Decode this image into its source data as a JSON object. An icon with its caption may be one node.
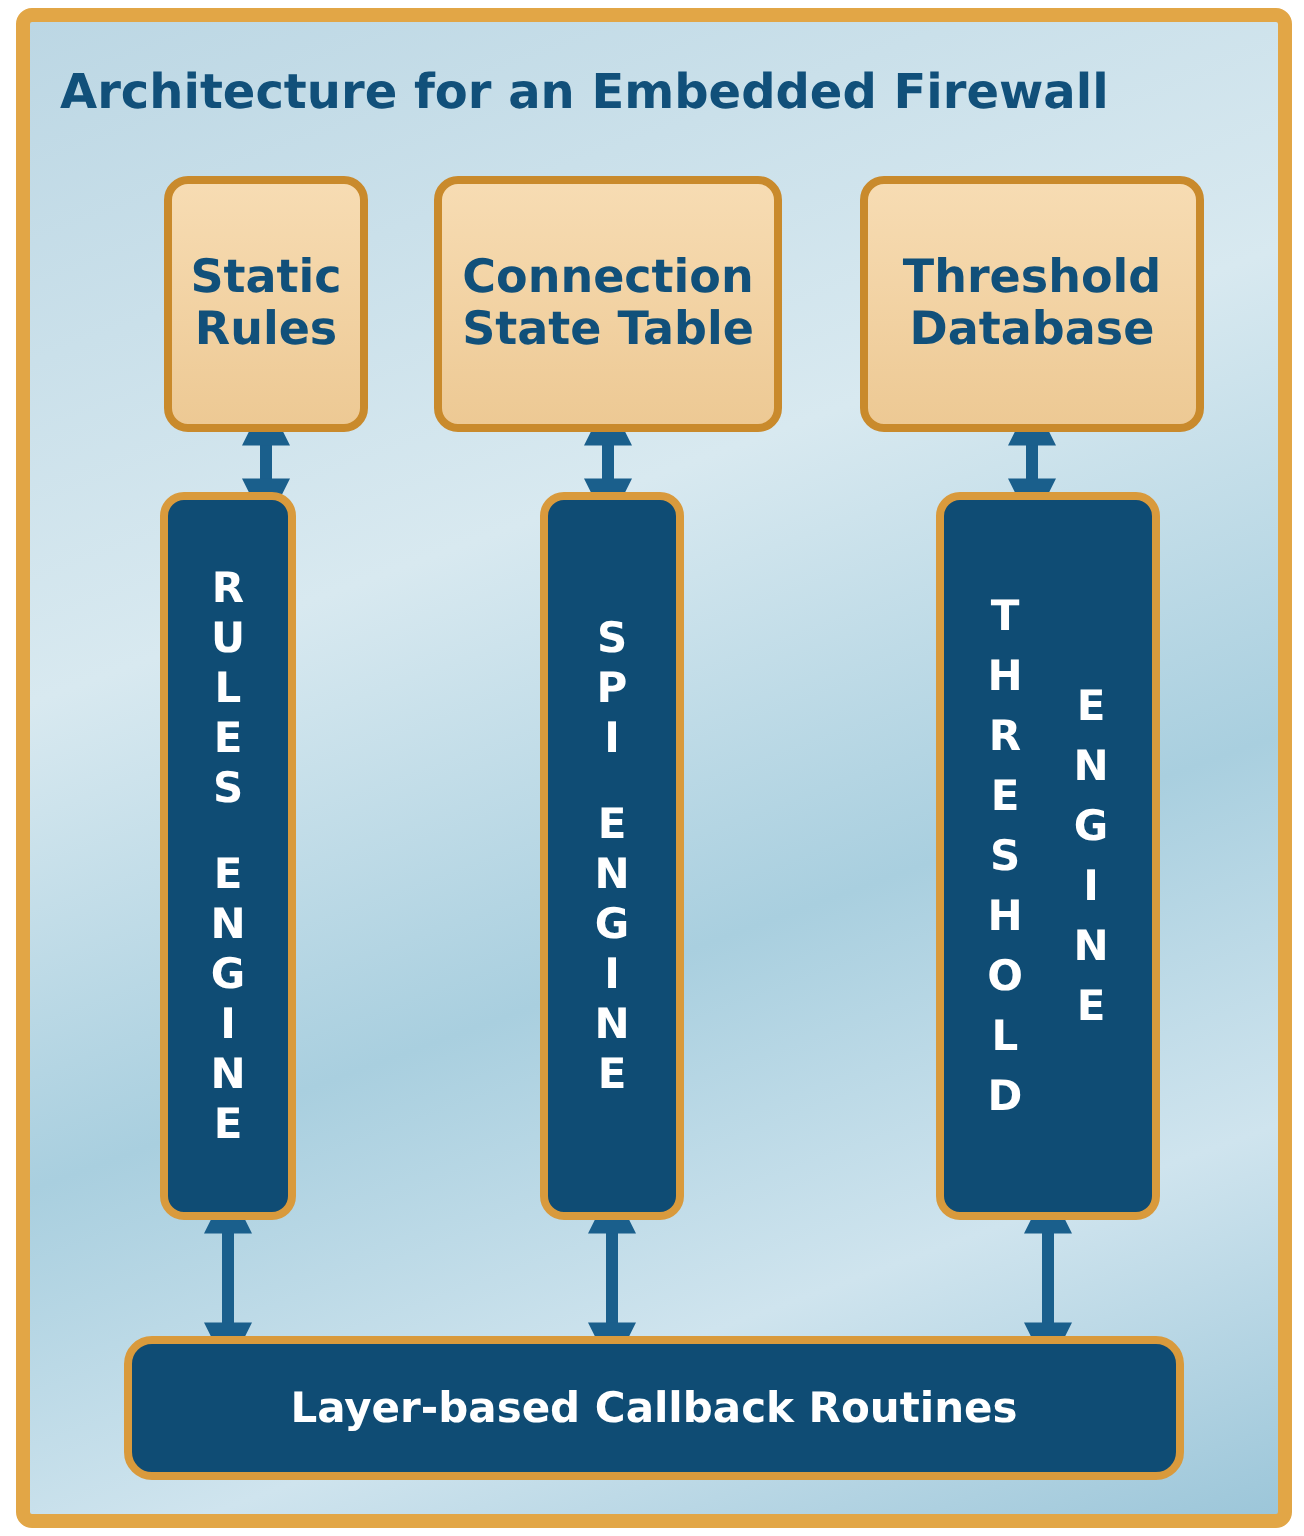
{
  "diagram": {
    "title": "Architecture for an Embedded Firewall",
    "nodes": [
      {
        "text": [
          "Static Rules"
        ]
      },
      {
        "text": [
          "Connection State Table"
        ]
      },
      {
        "text": [
          "Threshold Database"
        ]
      },
      {
        "text": [
          "RULES ENGINE"
        ]
      },
      {
        "text": [
          "SPI ENGINE"
        ]
      },
      {
        "text": [
          "THRESHOLD ENGINE"
        ]
      },
      {
        "text": [
          "Layer-based Callback Routines"
        ]
      }
    ],
    "edges": [
      {
        "from": 0,
        "to": 3,
        "arrow": "both"
      },
      {
        "from": 1,
        "to": 4,
        "arrow": "both"
      },
      {
        "from": 2,
        "to": 5,
        "arrow": "both"
      },
      {
        "from": 3,
        "to": 6,
        "arrow": "both"
      },
      {
        "from": 4,
        "to": 6,
        "arrow": "both"
      },
      {
        "from": 5,
        "to": 6,
        "arrow": "both"
      }
    ]
  }
}
